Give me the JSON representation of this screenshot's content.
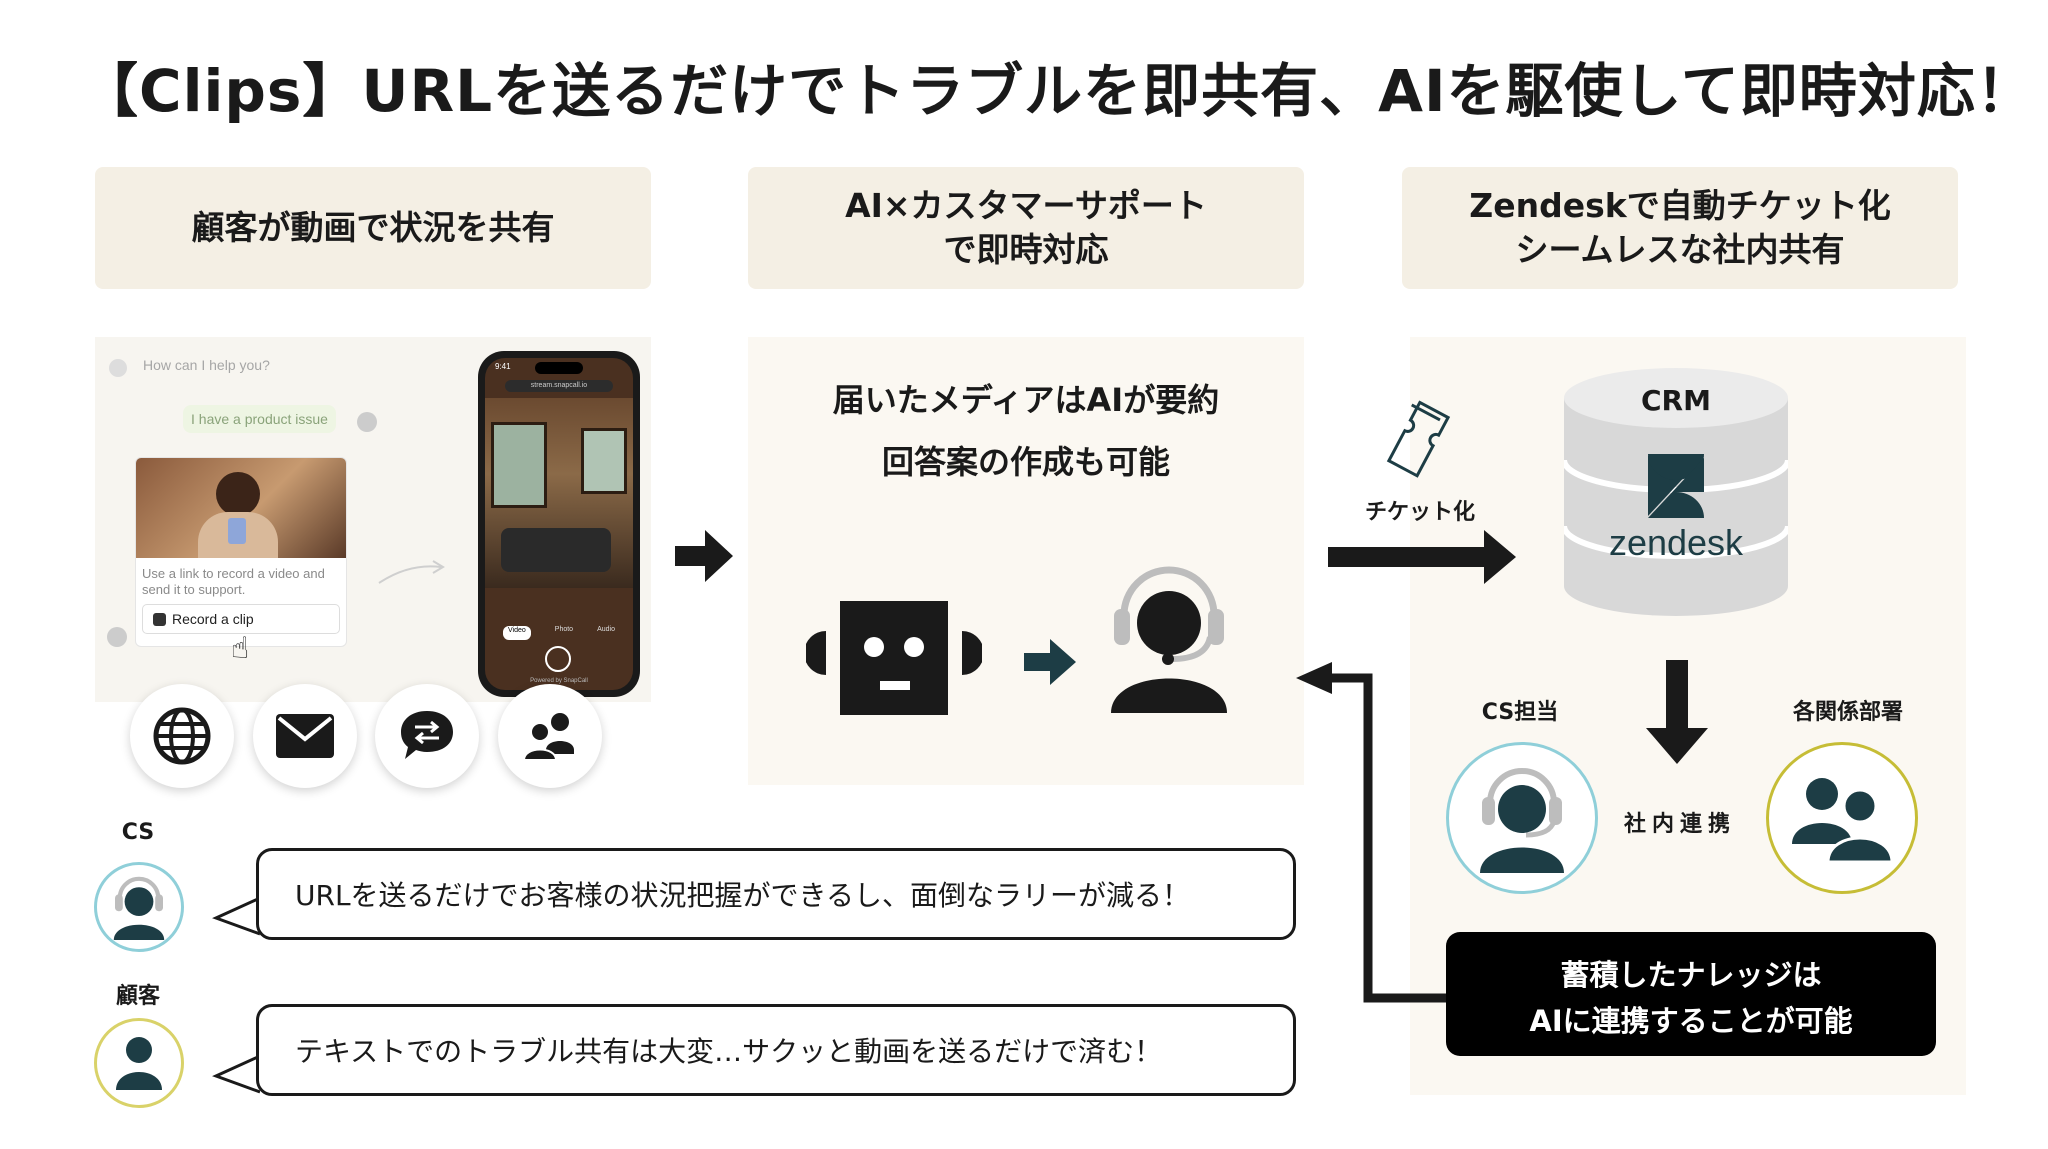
{
  "title": "【Clips】URLを送るだけでトラブルを即共有、AIを駆使して即時対応！",
  "columns": [
    {
      "header": "顧客が動画で状況を共有"
    },
    {
      "header": "AI×カスタマーサポート\nで即時対応"
    },
    {
      "header": "Zendeskで自動チケット化\nシームレスな社内共有"
    }
  ],
  "screenshot": {
    "chat_prompt": "How can I help you?",
    "user_message": "I have a product issue",
    "card_text": "Use a link to record a video and send it to support.",
    "record_button": "Record a clip",
    "phone": {
      "time": "9:41",
      "url": "stream.snapcall.io",
      "modes": [
        "Video",
        "Photo",
        "Audio"
      ],
      "footer": "Powered by SnapCall"
    }
  },
  "channel_icons": [
    "globe-icon",
    "mail-icon",
    "chat-exchange-icon",
    "users-icon"
  ],
  "ai_panel": {
    "line1": "届いたメディアはAIが要約",
    "line2": "回答案の作成も可能"
  },
  "ticket_label": "チケット化",
  "crm": {
    "label": "CRM",
    "brand": "zendesk"
  },
  "cs_label": "CS担当",
  "dept_label": "各関係部署",
  "collab_label": "社内連携",
  "knowledge": {
    "line1": "蓄積したナレッジは",
    "line2": "AIに連携することが可能"
  },
  "testimonials": [
    {
      "role": "CS",
      "text": "URLを送るだけでお客様の状況把握ができるし、面倒なラリーが減る！"
    },
    {
      "role": "顧客",
      "text": "テキストでのトラブル共有は大変…サクッと動画を送るだけで済む！"
    }
  ],
  "colors": {
    "accent_teal": "#1d3d45",
    "cs_ring": "#8fcfd9",
    "customer_ring": "#d9d269",
    "header_bg": "#f4efe4",
    "panel_bg": "#fbf8f2"
  }
}
